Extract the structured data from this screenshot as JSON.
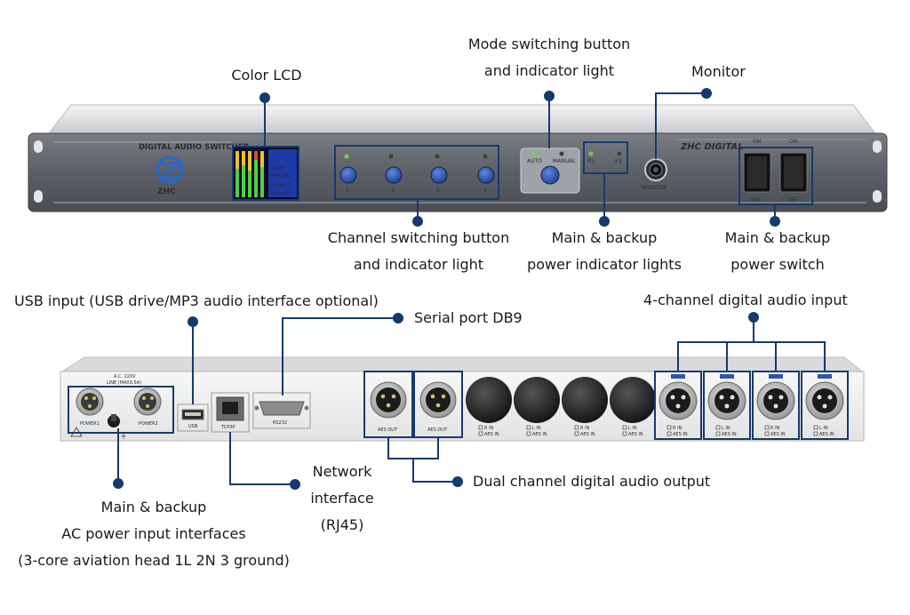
{
  "front_panel": {
    "model_label": "DIGITAL AUDIO SWITCHER",
    "brand_label": "ZHC DIGITAL",
    "logo_text": "ZHC",
    "lcd_lines": [
      "MODE",
      "MANUAL",
      "Chann:1",
      "Vol.:100"
    ],
    "channel_buttons": [
      "1",
      "2",
      "3",
      "4"
    ],
    "mode_labels": [
      "AUTO",
      "MANUAL"
    ],
    "power_indicators": [
      "P1",
      "P2"
    ],
    "monitor_label": "MONITOR",
    "switch_on_label": "ON",
    "switch_off_label": "OFF",
    "switch_marks": [
      "I",
      "O"
    ]
  },
  "rear_panel": {
    "power_rating": [
      "A.C. 220V",
      "LINE (MAX0.5A)"
    ],
    "power_ports": [
      "POWER1",
      "POWER2"
    ],
    "ground_symbol": "⏚",
    "usb_label": "USB",
    "network_label": "TCP/IP",
    "serial_label": "RS232",
    "aes_out_label": "AES OUT",
    "blank_plugs": [
      {
        "top": "R IN",
        "bottom": "AES IN"
      },
      {
        "top": "L IN",
        "bottom": "AES IN"
      },
      {
        "top": "R IN",
        "bottom": "AES IN"
      },
      {
        "top": "L IN",
        "bottom": "AES IN"
      }
    ],
    "inputs": [
      {
        "top": "R IN",
        "bottom": "AES IN"
      },
      {
        "top": "L IN",
        "bottom": "AES IN"
      },
      {
        "top": "R IN",
        "bottom": "AES IN"
      },
      {
        "top": "L IN",
        "bottom": "AES IN"
      }
    ]
  },
  "callouts": {
    "color_lcd": "Color LCD",
    "mode_switch": [
      "Mode switching button",
      "and indicator light"
    ],
    "monitor": "Monitor",
    "channel_switch": [
      "Channel switching button",
      "and indicator light"
    ],
    "power_indicator": [
      "Main & backup",
      "power indicator lights"
    ],
    "power_switch": [
      "Main & backup",
      "power switch"
    ],
    "usb_input": "USB input (USB drive/MP3 audio interface optional)",
    "serial_port": "Serial port DB9",
    "digital_input": "4-channel digital audio input",
    "network": [
      "Network",
      "interface",
      "(RJ45)"
    ],
    "digital_output": "Dual channel digital audio output",
    "ac_power": [
      "Main & backup",
      "AC power input interfaces",
      "(3-core aviation head 1L 2N 3 ground)"
    ]
  },
  "colors": {
    "accent": "#153a70",
    "button_blue": "#2a56b0",
    "panel": "#5c6066",
    "led_green": "#6fd04c"
  }
}
